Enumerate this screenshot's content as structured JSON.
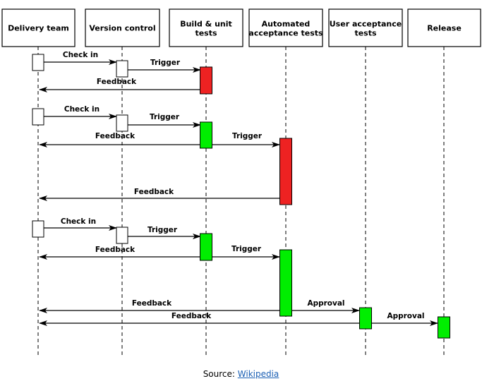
{
  "colors": {
    "pass": "#00ee00",
    "fail": "#ee2222",
    "idle": "#ffffff",
    "line": "#000000"
  },
  "participants": [
    {
      "id": "team",
      "label": [
        "Delivery team"
      ]
    },
    {
      "id": "vcs",
      "label": [
        "Version control"
      ]
    },
    {
      "id": "build",
      "label": [
        "Build & unit",
        "tests"
      ]
    },
    {
      "id": "accept",
      "label": [
        "Automated",
        "acceptance tests"
      ]
    },
    {
      "id": "uat",
      "label": [
        "User acceptance",
        "tests"
      ]
    },
    {
      "id": "rel",
      "label": [
        "Release"
      ]
    }
  ],
  "activations": [
    {
      "on": "team",
      "status": "idle"
    },
    {
      "on": "vcs",
      "status": "idle"
    },
    {
      "on": "build",
      "status": "fail"
    },
    {
      "on": "team",
      "status": "idle"
    },
    {
      "on": "vcs",
      "status": "idle"
    },
    {
      "on": "build",
      "status": "pass"
    },
    {
      "on": "accept",
      "status": "fail"
    },
    {
      "on": "team",
      "status": "idle"
    },
    {
      "on": "vcs",
      "status": "idle"
    },
    {
      "on": "build",
      "status": "pass"
    },
    {
      "on": "accept",
      "status": "pass"
    },
    {
      "on": "uat",
      "status": "pass"
    },
    {
      "on": "rel",
      "status": "pass"
    }
  ],
  "messages": [
    {
      "from": "team",
      "to": "vcs",
      "label": "Check in"
    },
    {
      "from": "vcs",
      "to": "build",
      "label": "Trigger"
    },
    {
      "from": "build",
      "to": "team",
      "label": "Feedback"
    },
    {
      "from": "team",
      "to": "vcs",
      "label": "Check in"
    },
    {
      "from": "vcs",
      "to": "build",
      "label": "Trigger"
    },
    {
      "from": "build",
      "to": "team",
      "label": "Feedback"
    },
    {
      "from": "build",
      "to": "accept",
      "label": "Trigger"
    },
    {
      "from": "accept",
      "to": "team",
      "label": "Feedback"
    },
    {
      "from": "team",
      "to": "vcs",
      "label": "Check in"
    },
    {
      "from": "vcs",
      "to": "build",
      "label": "Trigger"
    },
    {
      "from": "build",
      "to": "team",
      "label": "Feedback"
    },
    {
      "from": "build",
      "to": "accept",
      "label": "Trigger"
    },
    {
      "from": "accept",
      "to": "team",
      "label": "Feedback"
    },
    {
      "from": "accept",
      "to": "uat",
      "label": "Approval"
    },
    {
      "from": "uat",
      "to": "team",
      "label": "Feedback"
    },
    {
      "from": "uat",
      "to": "rel",
      "label": "Approval"
    }
  ],
  "source": {
    "prefix": "Source: ",
    "link_text": "Wikipedia"
  }
}
